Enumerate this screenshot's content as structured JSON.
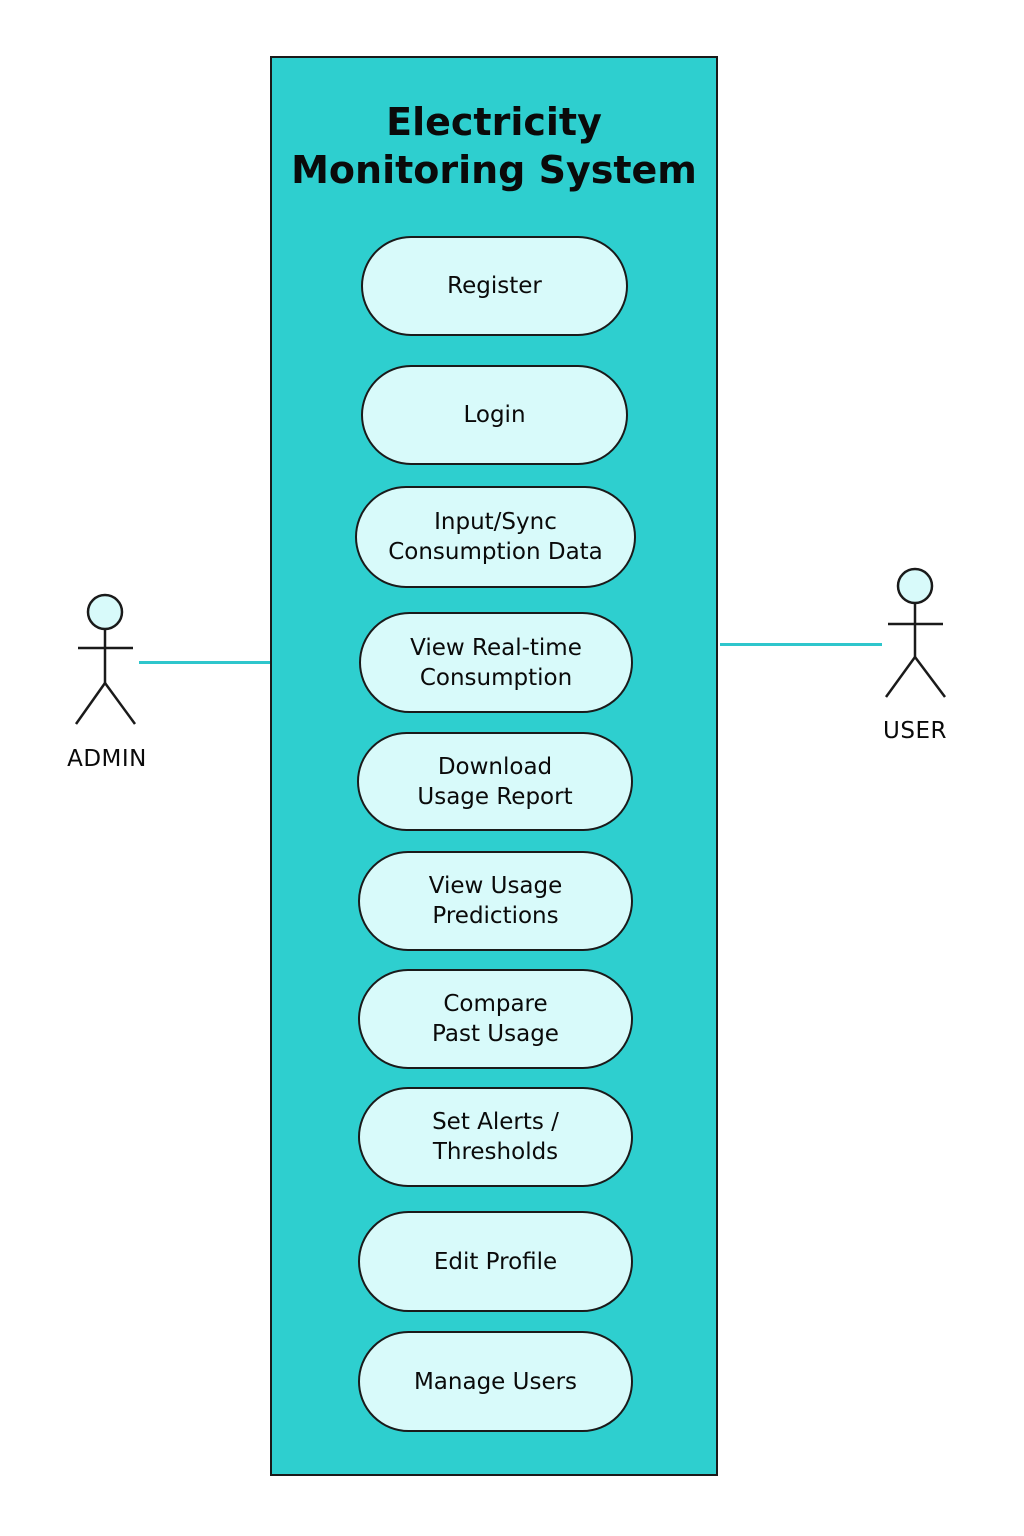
{
  "system": {
    "title_line1": "Electricity",
    "title_line2": "Monitoring System"
  },
  "use_cases": [
    {
      "label": "Register"
    },
    {
      "label": "Login"
    },
    {
      "label": "Input/Sync\nConsumption Data"
    },
    {
      "label": "View Real-time\nConsumption"
    },
    {
      "label": "Download\nUsage Report"
    },
    {
      "label": "View Usage\nPredictions"
    },
    {
      "label": "Compare\nPast Usage"
    },
    {
      "label": "Set Alerts /\nThresholds"
    },
    {
      "label": "Edit Profile"
    },
    {
      "label": "Manage Users"
    }
  ],
  "actors": {
    "admin": {
      "label": "ADMIN",
      "icon": "stick-figure-icon"
    },
    "user": {
      "label": "USER",
      "icon": "stick-figure-icon"
    }
  },
  "colors": {
    "system_fill": "#2ecfcf",
    "use_case_fill": "#d8fafa",
    "connector": "#2ec6cc",
    "actor_head_fill": "#d8fafa"
  }
}
